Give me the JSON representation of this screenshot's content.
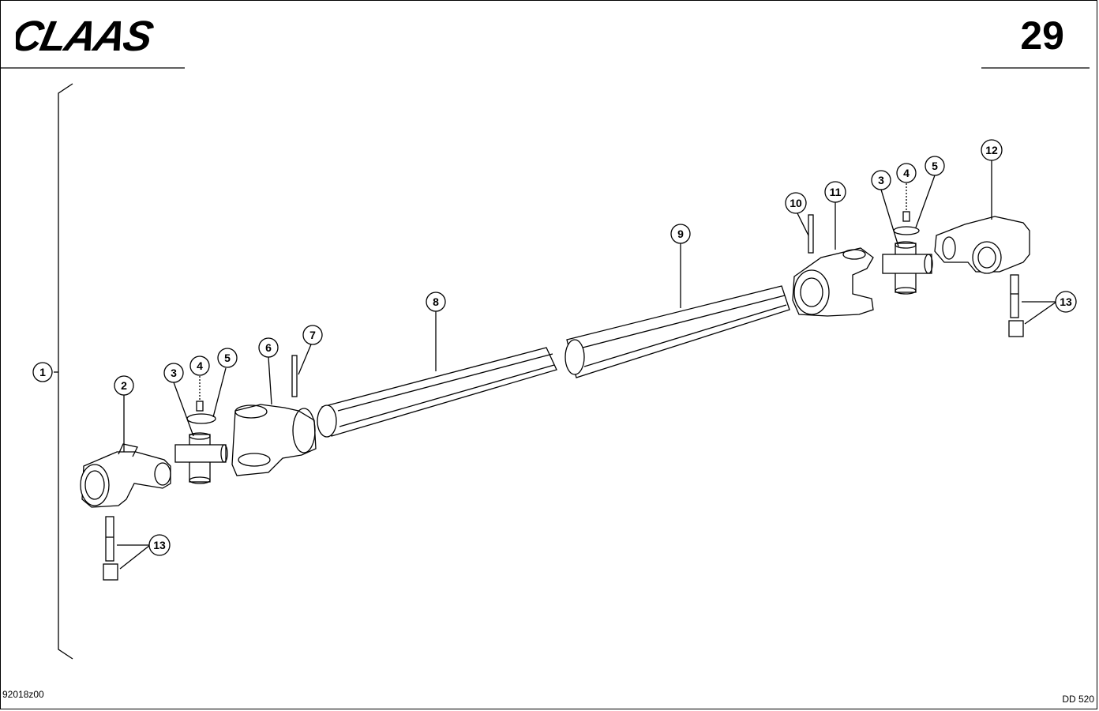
{
  "header": {
    "brand": "CLAAS",
    "page_number": "29"
  },
  "footer": {
    "drawing_code": "92018z00",
    "part_code": "DD 520"
  },
  "callouts": {
    "c1": "1",
    "c2": "2",
    "c3a": "3",
    "c4a": "4",
    "c5a": "5",
    "c6": "6",
    "c7": "7",
    "c8": "8",
    "c9": "9",
    "c10": "10",
    "c11": "11",
    "c3b": "3",
    "c4b": "4",
    "c5b": "5",
    "c12": "12",
    "c13a": "13",
    "c13b": "13"
  }
}
